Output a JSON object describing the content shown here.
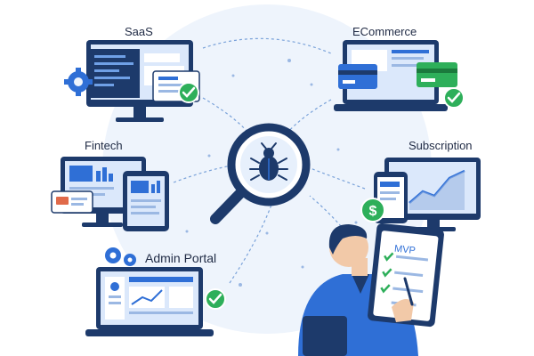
{
  "labels": {
    "saas": "SaaS",
    "ecommerce": "ECommerce",
    "fintech": "Fintech",
    "subscription": "Subscription",
    "admin_portal": "Admin Portal"
  },
  "clipboard": {
    "title": "MVP"
  },
  "icons": {
    "center": "bug-magnifier-icon",
    "check": "check-badge-icon",
    "gear": "gear-icon",
    "dollar": "dollar-coin-icon"
  },
  "colors": {
    "navy": "#1d3a6b",
    "blue": "#2f6fd6",
    "light_blue": "#dbe8fb",
    "green": "#2eaf5a",
    "dark": "#1f2a44",
    "bg_circle": "#eef4fc"
  }
}
